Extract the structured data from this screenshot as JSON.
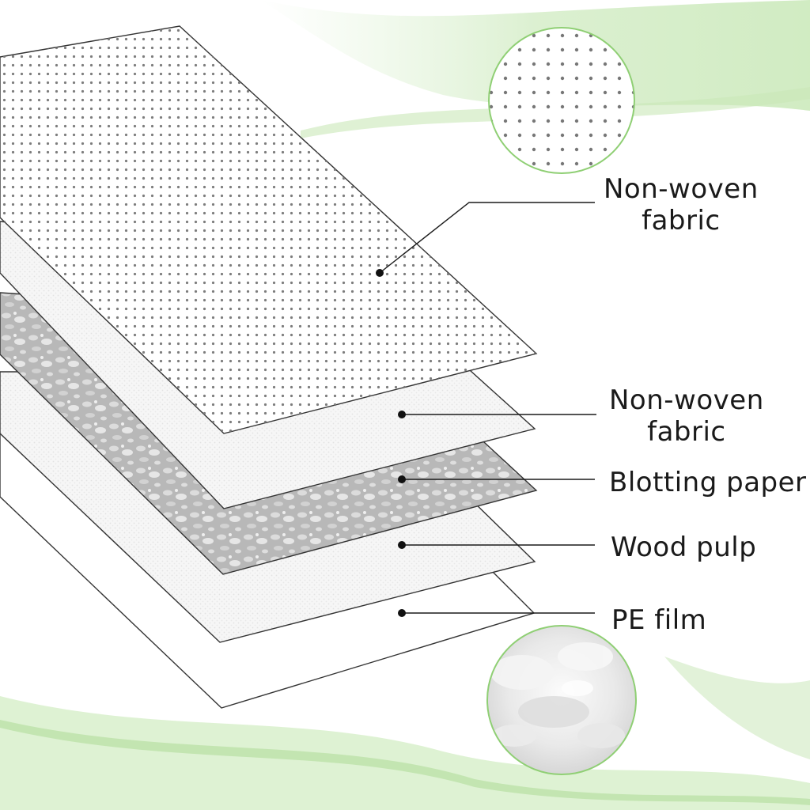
{
  "diagram": {
    "layers": [
      {
        "id": "layer-1",
        "label_lines": [
          "Non-woven",
          "fabric"
        ],
        "texture": "dotted"
      },
      {
        "id": "layer-2",
        "label_lines": [
          "Non-woven",
          "fabric"
        ],
        "texture": "fine-weave"
      },
      {
        "id": "layer-3",
        "label_lines": [
          "Blotting paper"
        ],
        "texture": "mottled-grey"
      },
      {
        "id": "layer-4",
        "label_lines": [
          "Wood pulp"
        ],
        "texture": "fine-weave"
      },
      {
        "id": "layer-5",
        "label_lines": [
          "PE film"
        ],
        "texture": "plain"
      }
    ],
    "magnifiers": [
      {
        "id": "top-magnifier",
        "texture": "dotted"
      },
      {
        "id": "bottom-magnifier",
        "texture": "fluffy"
      }
    ],
    "colors": {
      "accent_green": "#8fcf74",
      "outline": "#2a2a2a",
      "dot": "#7a7a7a",
      "blotting_grey": "#b9b9b9"
    }
  }
}
